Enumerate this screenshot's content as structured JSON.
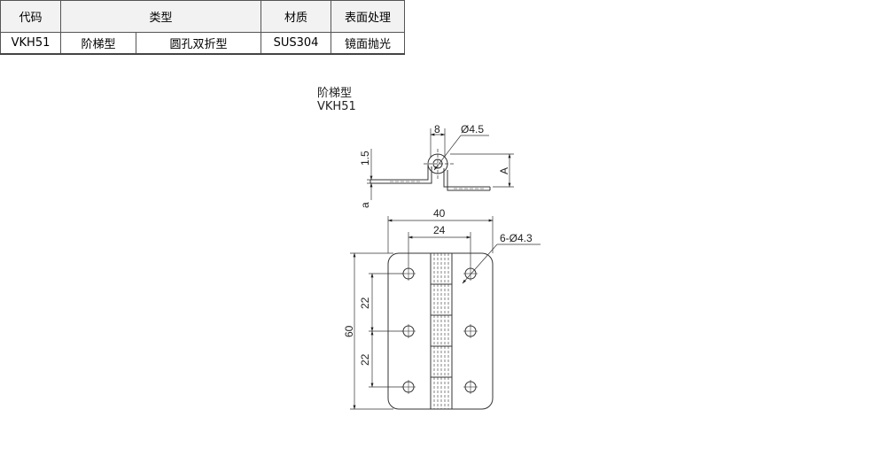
{
  "table": {
    "headers": {
      "code": "代码",
      "type": "类型",
      "material": "材质",
      "surface": "表面处理"
    },
    "row": {
      "code": "VKH51",
      "type_main": "阶梯型",
      "type_sub": "圆孔双折型",
      "material": "SUS304",
      "surface": "镜面抛光"
    }
  },
  "drawing": {
    "title": "阶梯型",
    "model": "VKH51",
    "dims": {
      "pin_width": "8",
      "pin_hole": "Ø4.5",
      "thickness": "1.5",
      "height_a": "A",
      "offset_a": "a",
      "width": "40",
      "hole_pitch_x": "24",
      "holes": "6-Ø4.3",
      "height": "60",
      "hole_pitch_y1": "22",
      "hole_pitch_y2": "22"
    }
  }
}
